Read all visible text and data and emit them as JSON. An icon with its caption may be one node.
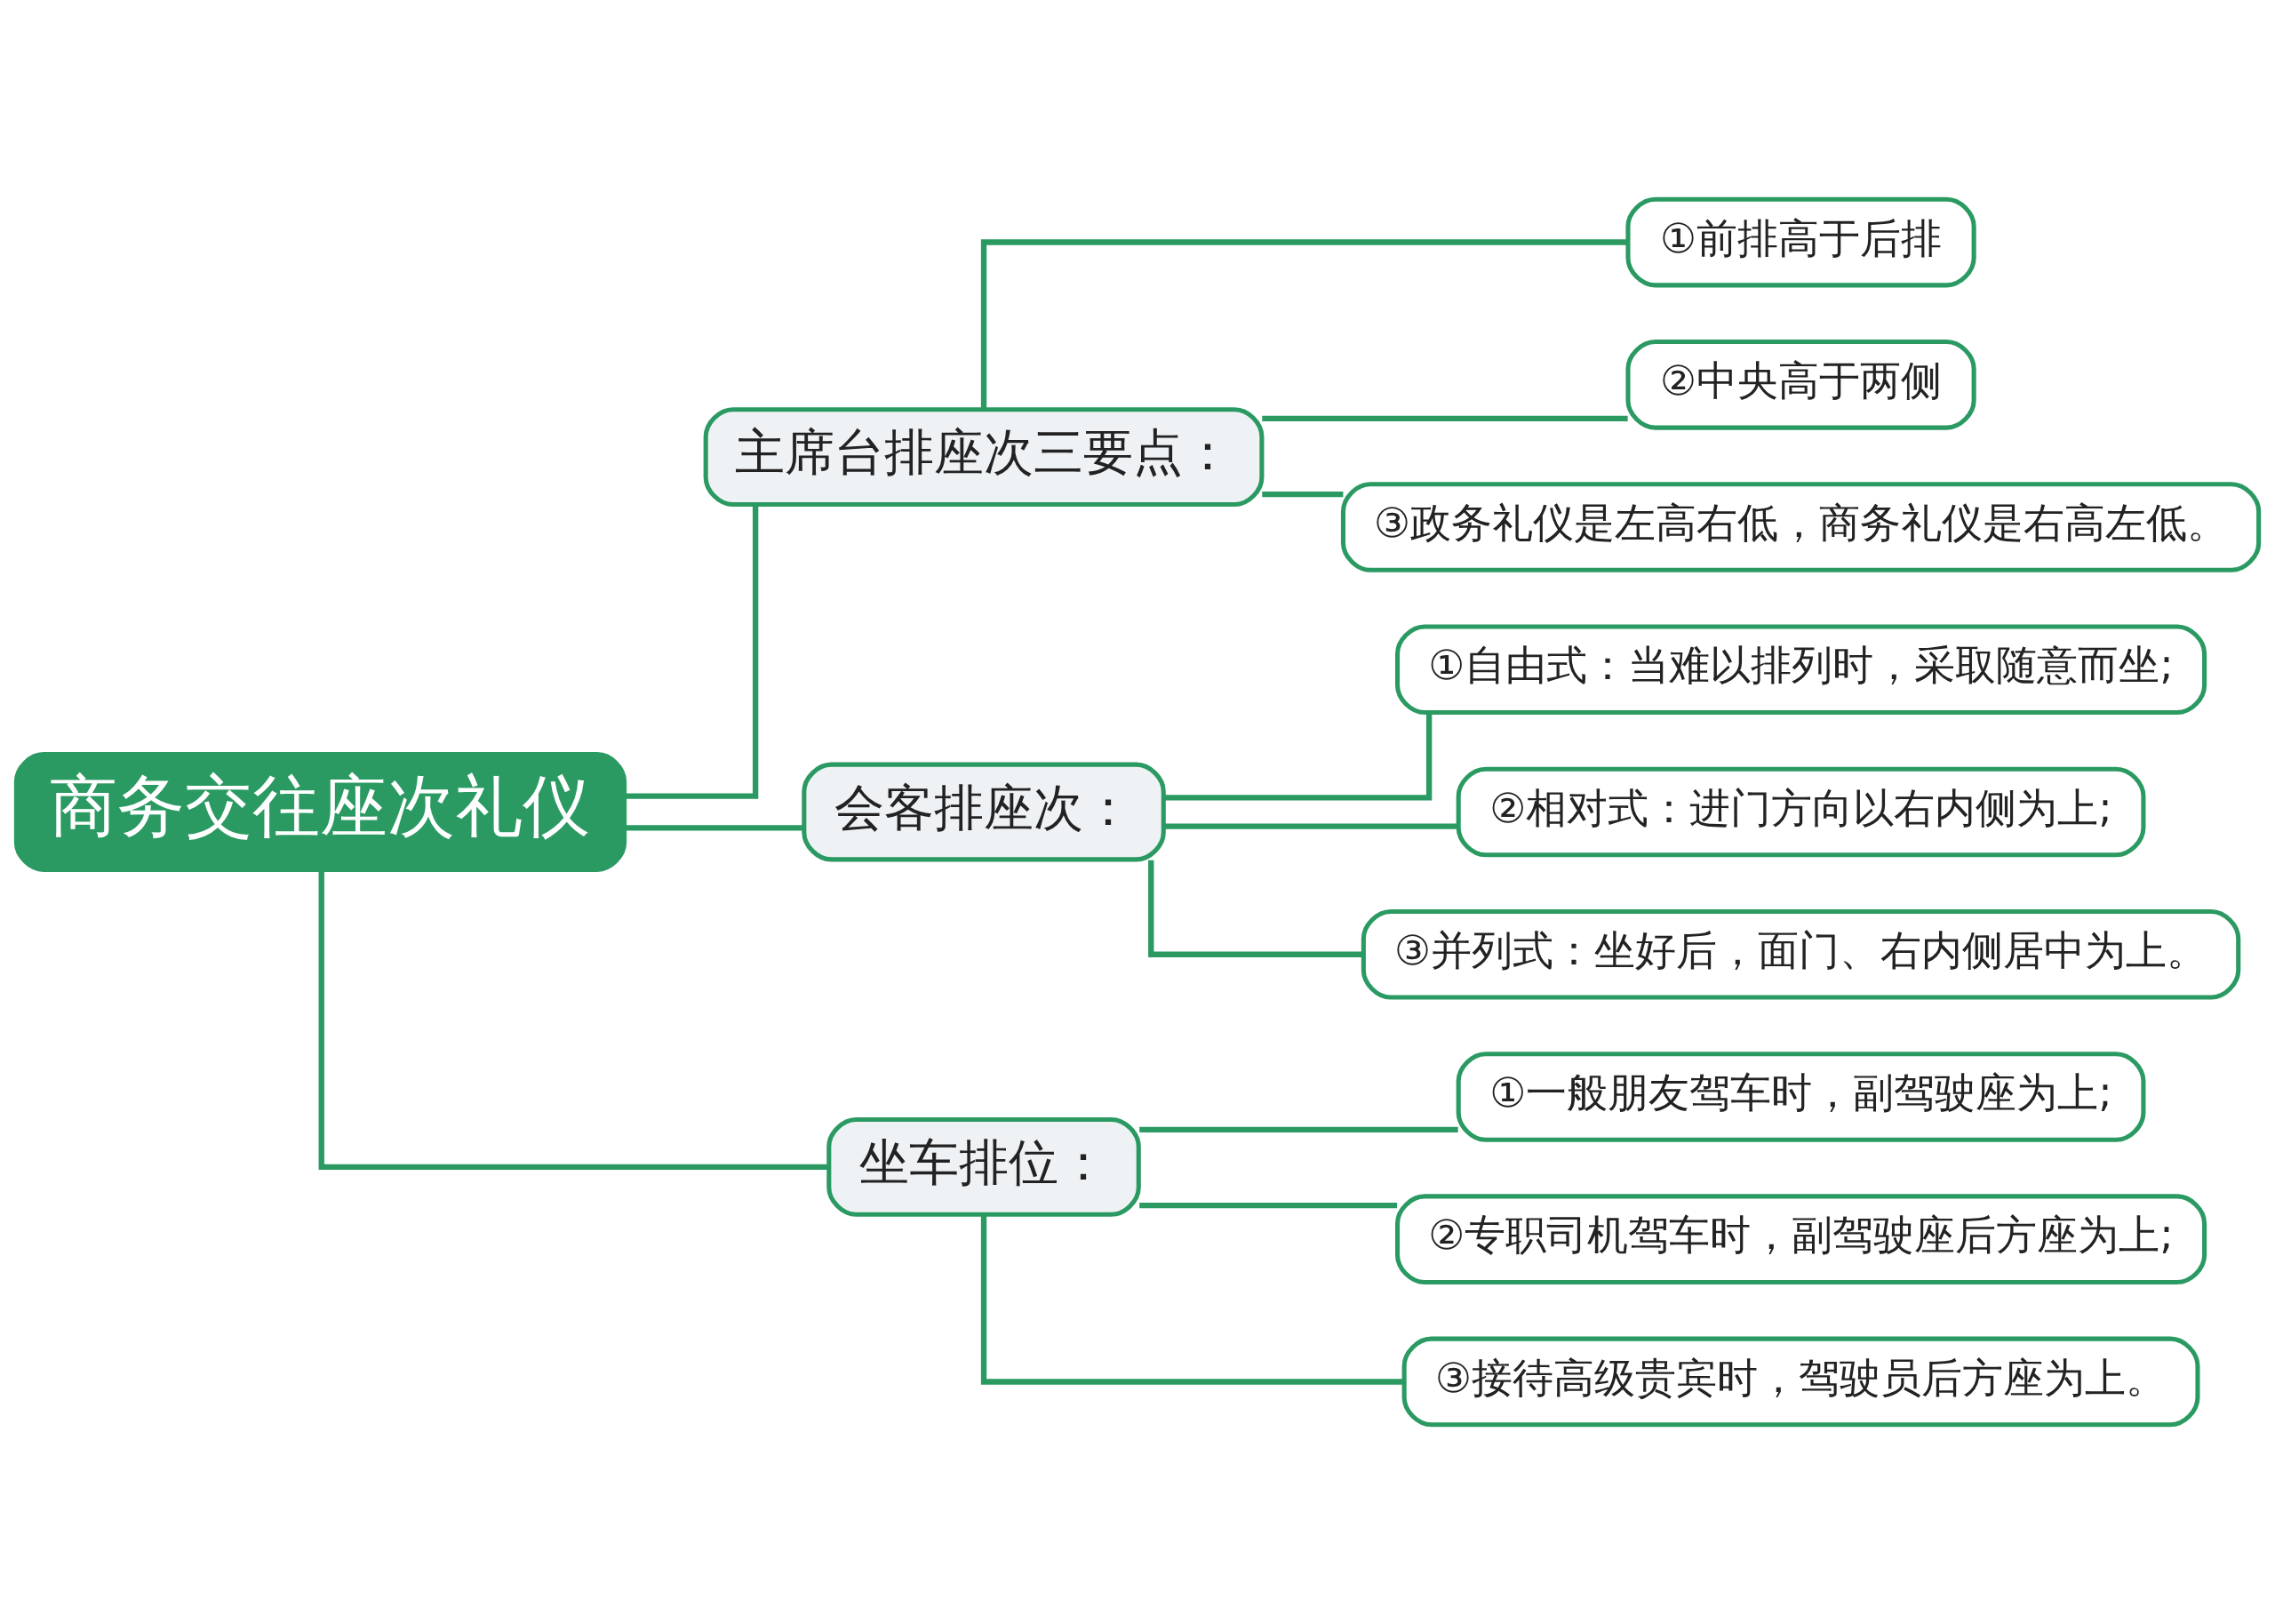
{
  "diagram": {
    "nodes": [
      {
        "text": [
          "商务交往座次礼仪"
        ]
      },
      {
        "text": [
          "主席台排座次三要点："
        ]
      },
      {
        "text": [
          "①前排高于后排"
        ]
      },
      {
        "text": [
          "②中央高于两侧"
        ]
      },
      {
        "text": [
          "③政务礼仪是左高右低，商务礼仪是右高左低。"
        ]
      },
      {
        "text": [
          "会客排座次："
        ]
      },
      {
        "text": [
          "①自由式：当难以排列时，采取随意而坐;"
        ]
      },
      {
        "text": [
          "②相对式：进门方向以右内侧为上;"
        ]
      },
      {
        "text": [
          "③并列式：坐好后，面门、右内侧居中为上。"
        ]
      },
      {
        "text": [
          "坐车排位："
        ]
      },
      {
        "text": [
          "①一般朋友驾车时，副驾驶座为上;"
        ]
      },
      {
        "text": [
          "②专职司机驾车时，副驾驶座后方座为上;"
        ]
      },
      {
        "text": [
          "③接待高级贵宾时，驾驶员后方座为上。"
        ]
      }
    ],
    "edges": [
      {
        "from": 0,
        "to": 1,
        "arrow": "none"
      },
      {
        "from": 1,
        "to": 2,
        "arrow": "none"
      },
      {
        "from": 1,
        "to": 3,
        "arrow": "none"
      },
      {
        "from": 1,
        "to": 4,
        "arrow": "none"
      },
      {
        "from": 0,
        "to": 5,
        "arrow": "none"
      },
      {
        "from": 5,
        "to": 6,
        "arrow": "none"
      },
      {
        "from": 5,
        "to": 7,
        "arrow": "none"
      },
      {
        "from": 5,
        "to": 8,
        "arrow": "none"
      },
      {
        "from": 0,
        "to": 9,
        "arrow": "none"
      },
      {
        "from": 9,
        "to": 10,
        "arrow": "none"
      },
      {
        "from": 9,
        "to": 11,
        "arrow": "none"
      },
      {
        "from": 9,
        "to": 12,
        "arrow": "none"
      }
    ]
  }
}
